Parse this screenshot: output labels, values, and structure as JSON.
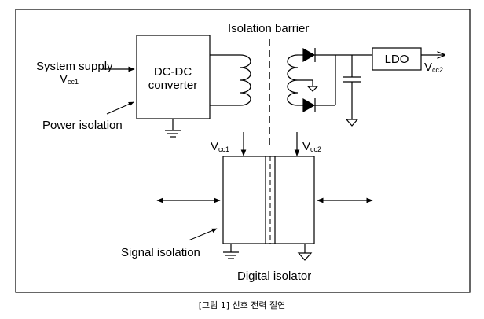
{
  "labels": {
    "isolation_barrier": "Isolation barrier",
    "dcdc_line1": "DC-DC",
    "dcdc_line2": "converter",
    "ldo": "LDO",
    "system_supply": "System supply",
    "v_prefix": "V",
    "vcc1_sub": "cc1",
    "vcc2_sub": "cc2",
    "power_isolation": "Power isolation",
    "signal_isolation": "Signal isolation",
    "digital_isolator": "Digital isolator"
  },
  "caption": "[그림 1] 신호 전력 절연"
}
